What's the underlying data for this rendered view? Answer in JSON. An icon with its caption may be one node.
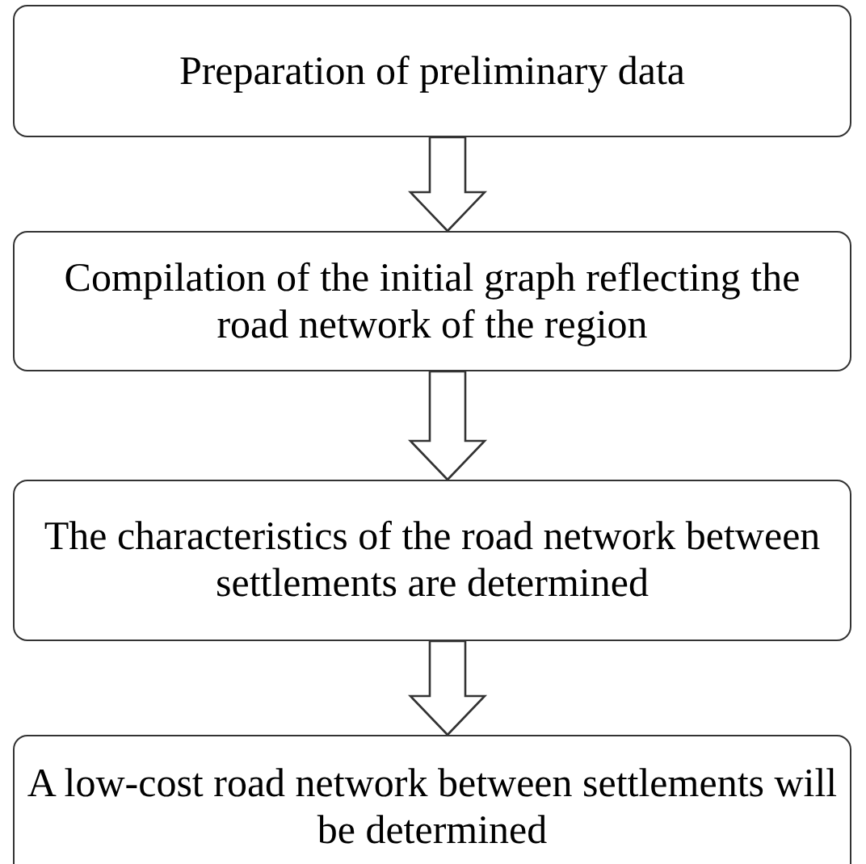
{
  "diagram": {
    "nodes": [
      {
        "text": [
          "Preparation of preliminary data"
        ]
      },
      {
        "text": [
          "Compilation of the initial graph reflecting the road network of the region"
        ]
      },
      {
        "text": [
          "The characteristics of the road network between settlements are determined"
        ]
      },
      {
        "text": [
          "A low-cost road network between settlements will be determined"
        ]
      }
    ],
    "edges": [
      {
        "from": 0,
        "to": 1,
        "arrow": "to"
      },
      {
        "from": 1,
        "to": 2,
        "arrow": "to"
      },
      {
        "from": 2,
        "to": 3,
        "arrow": "to"
      }
    ]
  }
}
